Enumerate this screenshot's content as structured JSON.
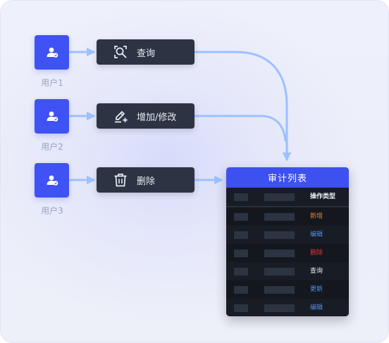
{
  "users": [
    {
      "label": "用户1",
      "icon": "user-check-icon"
    },
    {
      "label": "用户2",
      "icon": "user-check-icon"
    },
    {
      "label": "用户3",
      "icon": "user-check-icon"
    }
  ],
  "actions": [
    {
      "label": "查询",
      "icon": "search-icon"
    },
    {
      "label": "增加/修改",
      "icon": "edit-add-icon"
    },
    {
      "label": "删除",
      "icon": "trash-icon"
    }
  ],
  "audit": {
    "title": "审计列表",
    "header_type": "操作类型",
    "rows": [
      {
        "type": "新增",
        "color": "#e8822c"
      },
      {
        "type": "编辑",
        "color": "#4c8ff5"
      },
      {
        "type": "删除",
        "color": "#e53535"
      },
      {
        "type": "查询",
        "color": "#e8ebf2"
      },
      {
        "type": "更新",
        "color": "#4c8ff5"
      },
      {
        "type": "编辑",
        "color": "#4c8ff5"
      }
    ]
  },
  "colors": {
    "accent": "#3f52f3",
    "arrow": "#9cc1ff",
    "action_bg": "#2c3342",
    "panel_bg": "#14171e"
  }
}
